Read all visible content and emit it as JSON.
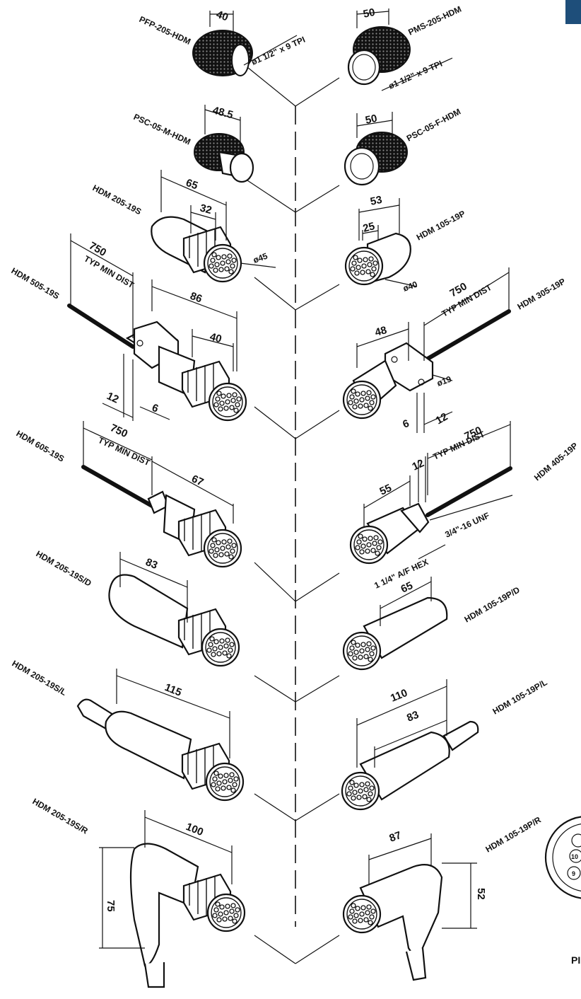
{
  "title_tab_color": "#1e4e7a",
  "labels": {
    "pfp205": "PFP-205-HDM",
    "pms205": "PMS-205-HDM",
    "psc05m": "PSC-05-M-HDM",
    "psc05f": "PSC-05-F-HDM",
    "hdm205_19s": "HDM 205-19S",
    "hdm105_19p": "HDM 105-19P",
    "hdm505_19s": "HDM 505-19S",
    "hdm305_19p": "HDM 305-19P",
    "hdm605_19s": "HDM 605-19S",
    "hdm405_19p": "HDM 405-19P",
    "hdm205_19s_d": "HDM 205-19S/D",
    "hdm105_19p_d": "HDM 105-19P/D",
    "hdm205_19s_l": "HDM 205-19S/L",
    "hdm105_19p_l": "HDM 105-19P/L",
    "hdm205_19s_r": "HDM 205-19S/R",
    "hdm105_19p_r": "HDM 105-19P/R",
    "corner_text": "PI"
  },
  "dims": {
    "d40": "40",
    "d50": "50",
    "thread1": "ø1 1/2\" x 9 TPI",
    "thread2": "ø1 1/2\" x 9 TPI",
    "d48_5": "48.5",
    "d50b": "50",
    "d65": "65",
    "d32": "32",
    "d45": "ø45",
    "d53": "53",
    "d25": "25",
    "d40dia": "ø40",
    "d750a": "750",
    "typ_a": "TYP MIN DIST",
    "d86": "86",
    "d40b": "40",
    "d12a": "12",
    "d6a": "6",
    "d750b": "750",
    "typ_b": "TYP MIN DIST",
    "d48": "48",
    "d19": "ø19",
    "d6b": "6",
    "d12b": "12",
    "d750c": "750",
    "typ_c": "TYP MIN DIST",
    "d67": "67",
    "d750d": "750",
    "typ_d": "TYP MIN DIST",
    "d55": "55",
    "d12c": "12",
    "unf": "3/4\"-16 UNF",
    "hex": "1 1/4\" A/F HEX",
    "d83": "83",
    "d65b": "65",
    "d115": "115",
    "d110": "110",
    "d83b": "83",
    "d100": "100",
    "d75": "75",
    "d87": "87",
    "d52": "52"
  },
  "pins": [
    "10",
    "9"
  ]
}
